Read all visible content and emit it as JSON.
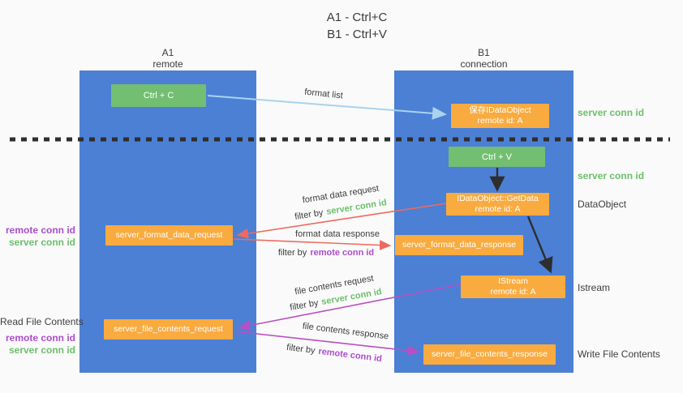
{
  "title": {
    "line1": "A1 - Ctrl+C",
    "line2": "B1 - Ctrl+V"
  },
  "lifelines": {
    "a1": {
      "name": "A1",
      "role": "remote"
    },
    "b1": {
      "name": "B1",
      "role": "connection"
    }
  },
  "nodes": {
    "ctrl_c": {
      "label": "Ctrl + C"
    },
    "save_idataobject": {
      "line1": "保存IDataObject",
      "line2": "remote id: A"
    },
    "ctrl_v": {
      "label": "Ctrl + V"
    },
    "getdata": {
      "line1": "IDataObject::GetData",
      "line2": "remote id: A"
    },
    "format_request": {
      "label": "server_format_data_request"
    },
    "format_response": {
      "label": "server_format_data_response"
    },
    "istream": {
      "line1": "IStream",
      "line2": "remote id: A"
    },
    "file_request": {
      "label": "server_file_contents_request"
    },
    "file_response": {
      "label": "server_file_contents_response"
    }
  },
  "arrow_labels": {
    "format_list": "format list",
    "format_data_request": "format data request",
    "format_data_response": "format data response",
    "file_contents_request": "file contents request",
    "file_contents_response": "file contents response",
    "filter_by": "filter by",
    "server_conn_id": "server conn id",
    "remote_conn_id": "remote conn id"
  },
  "side_labels": {
    "left_top_remote": "remote conn id",
    "left_top_server": "server conn id",
    "read_file_contents": "Read File Contents",
    "left_bottom_remote": "remote conn id",
    "left_bottom_server": "server conn id",
    "right_server_1": "server conn id",
    "right_server_2": "server conn id",
    "dataobject": "DataObject",
    "istream": "Istream",
    "write_file_contents": "Write File Contents"
  },
  "colors": {
    "lifeline_blue": "#4b80d5",
    "action_green": "#72bf72",
    "message_orange": "#f9ab40",
    "arrow_blue": "#a9d3ee",
    "arrow_red": "#ed6a5f",
    "arrow_magenta": "#ba4fc4",
    "arrow_black": "#2e2e2e",
    "conn_green": "#6cbf6c",
    "conn_purple": "#ab4ecb"
  }
}
